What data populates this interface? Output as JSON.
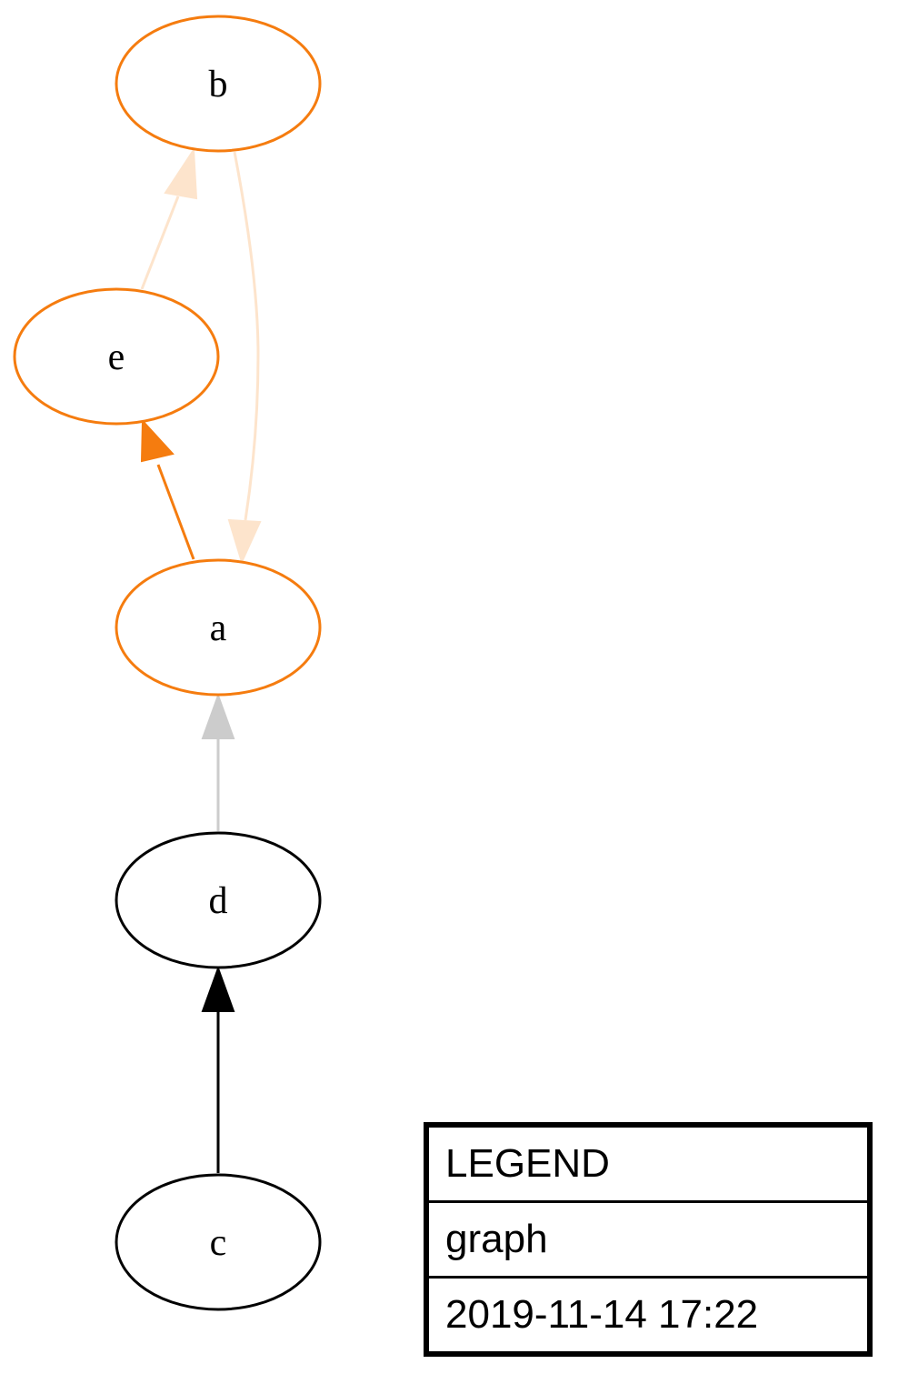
{
  "colors": {
    "orange": "#f57c0f",
    "light_orange": "#fde4cc",
    "gray": "#cccccc",
    "black": "#000000"
  },
  "nodes": [
    {
      "id": "b",
      "label": "b",
      "color": "#f57c0f"
    },
    {
      "id": "e",
      "label": "e",
      "color": "#f57c0f"
    },
    {
      "id": "a",
      "label": "a",
      "color": "#f57c0f"
    },
    {
      "id": "d",
      "label": "d",
      "color": "#000000"
    },
    {
      "id": "c",
      "label": "c",
      "color": "#000000"
    }
  ],
  "edges": [
    {
      "from": "e",
      "to": "b",
      "color": "#fde4cc"
    },
    {
      "from": "b",
      "to": "a",
      "color": "#fde4cc"
    },
    {
      "from": "a",
      "to": "e",
      "color": "#f57c0f"
    },
    {
      "from": "d",
      "to": "a",
      "color": "#cccccc"
    },
    {
      "from": "c",
      "to": "d",
      "color": "#000000"
    }
  ],
  "legend": {
    "title": "LEGEND",
    "graph_name": "graph",
    "timestamp": "2019-11-14 17:22"
  }
}
